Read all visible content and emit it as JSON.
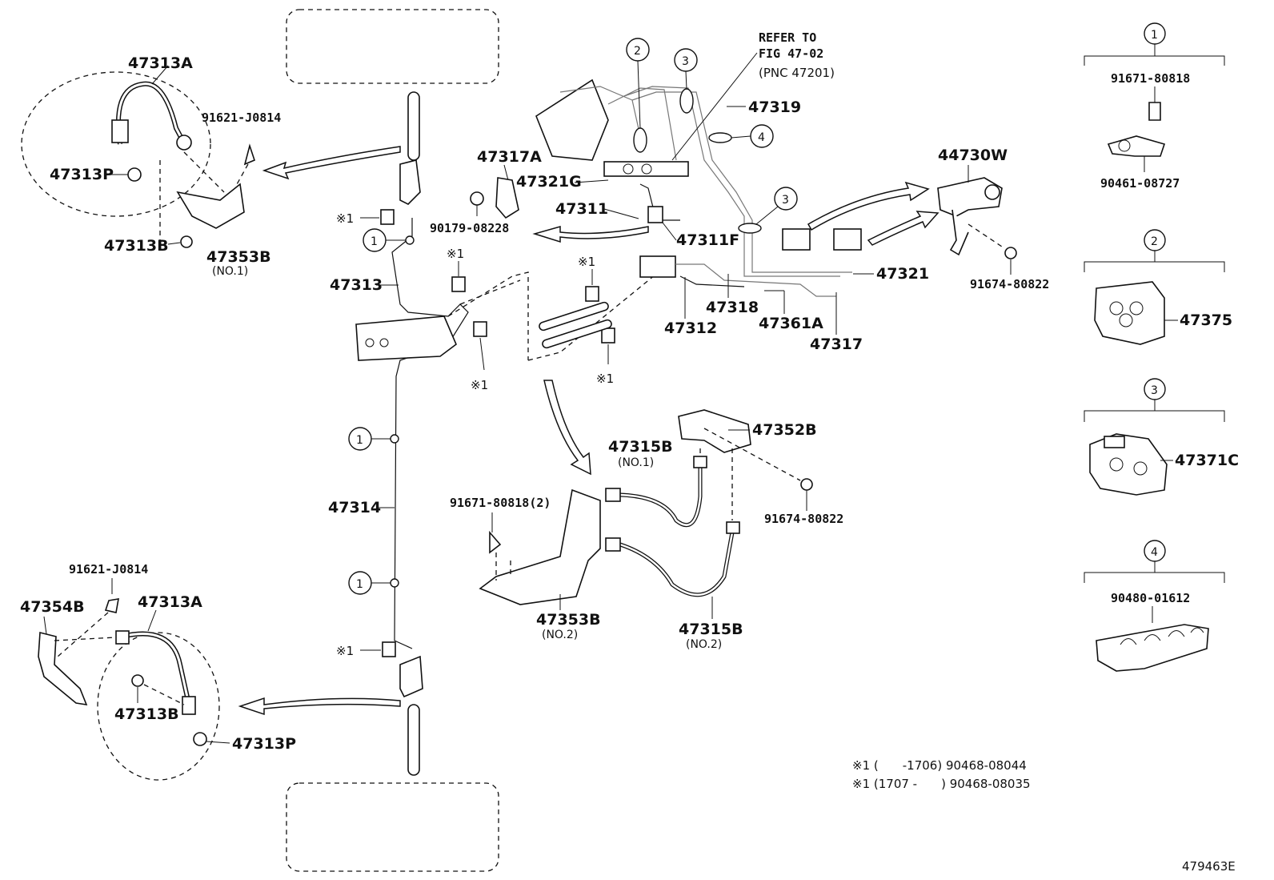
{
  "labels": {
    "p47313A_top": "47313A",
    "p91621_top": "91621-J0814",
    "p47313P_top": "47313P",
    "p47313B_top": "47313B",
    "p47353B_top": "47353B",
    "no1_top": "(NO.1)",
    "p47313": "47313",
    "p47314": "47314",
    "p91621_bot": "91621-J0814",
    "p47354B": "47354B",
    "p47313A_bot": "47313A",
    "p47313B_bot": "47313B",
    "p47313P_bot": "47313P",
    "refer1": "REFER TO",
    "refer2": "FIG 47-02",
    "refer3": "(PNC 47201)",
    "p47319": "47319",
    "p47317A": "47317A",
    "p47321G": "47321G",
    "p47311": "47311",
    "p90179": "90179-08228",
    "p47311F": "47311F",
    "p47321": "47321",
    "p47318": "47318",
    "p47312": "47312",
    "p47361A": "47361A",
    "p47317": "47317",
    "p44730W": "44730W",
    "p91674_r": "91674-80822",
    "p47315B_1": "47315B",
    "no1_mid": "(NO.1)",
    "p47352B": "47352B",
    "p91674_m": "91674-80822",
    "p91671_2": "91671-80818(2)",
    "p47353B_2": "47353B",
    "no2_a": "(NO.2)",
    "p47315B_2": "47315B",
    "no2_b": "(NO.2)",
    "k1_main": "1",
    "k91671": "91671-80818",
    "k90461": "90461-08727",
    "k2_main": "2",
    "k47375": "47375",
    "k3_main": "3",
    "k47371C": "47371C",
    "k4_main": "4",
    "k90480": "90480-01612",
    "c1": "1",
    "c2": "2",
    "c3": "3",
    "c4": "4",
    "star1": "※1",
    "note1": "※1 (　　-1706) 90468-08044",
    "note2": "※1 (1707 -　　) 90468-08035",
    "ref_code": "479463E"
  }
}
